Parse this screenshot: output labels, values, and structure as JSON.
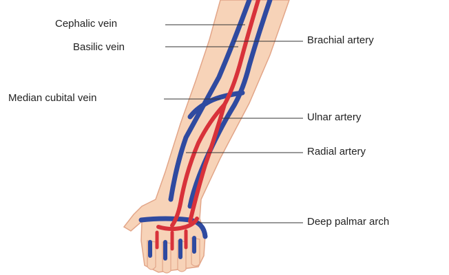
{
  "diagram": {
    "labels_left": [
      {
        "key": "cephalic",
        "text": "Cephalic vein"
      },
      {
        "key": "basilic",
        "text": "Basilic vein"
      },
      {
        "key": "median_cubital",
        "text": "Median cubital vein"
      }
    ],
    "labels_right": [
      {
        "key": "brachial",
        "text": "Brachial artery"
      },
      {
        "key": "ulnar",
        "text": "Ulnar artery"
      },
      {
        "key": "radial",
        "text": "Radial artery"
      },
      {
        "key": "deep_palmar",
        "text": "Deep palmar arch"
      }
    ],
    "colors": {
      "skin": "#f7d3b8",
      "skin_outline": "#e2a588",
      "vein": "#2f4aa0",
      "artery": "#d8323a",
      "leader": "#333333"
    }
  }
}
